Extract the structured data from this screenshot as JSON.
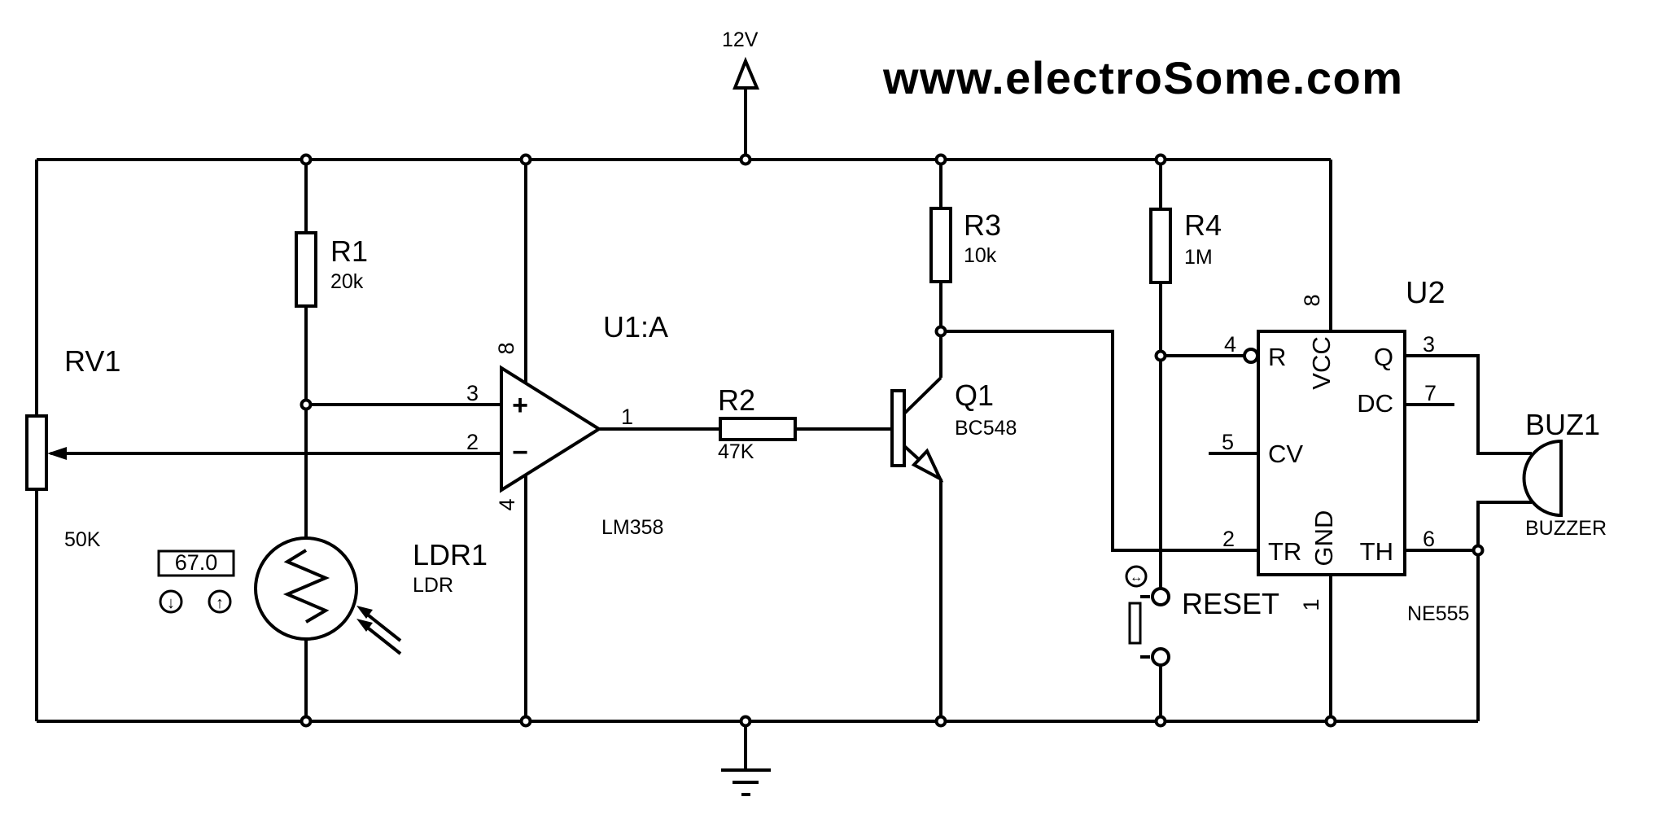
{
  "title": "www.electroSome.com",
  "colors": {
    "ink": "#000000",
    "paper": "#ffffff"
  },
  "power": {
    "supply": "12V"
  },
  "components": {
    "rv1": {
      "ref": "RV1",
      "value": "50K"
    },
    "r1": {
      "ref": "R1",
      "value": "20k"
    },
    "r2": {
      "ref": "R2",
      "value": "47K"
    },
    "r3": {
      "ref": "R3",
      "value": "10k"
    },
    "r4": {
      "ref": "R4",
      "value": "1M"
    },
    "ldr1": {
      "ref": "LDR1",
      "value": "LDR",
      "meter_reading": "67.0",
      "decrease": "↓",
      "increase": "↑"
    },
    "u1a": {
      "ref": "U1:A",
      "value": "LM358",
      "plus": "+",
      "minus": "−",
      "pin_noninv": "3",
      "pin_inv": "2",
      "pin_out": "1",
      "pin_vplus": "8",
      "pin_vminus": "4"
    },
    "q1": {
      "ref": "Q1",
      "value": "BC548"
    },
    "reset": {
      "label": "RESET",
      "motion": "↔"
    },
    "u2": {
      "ref": "U2",
      "value": "NE555",
      "pins": {
        "r": {
          "num": "4",
          "name": "R"
        },
        "cv": {
          "num": "5",
          "name": "CV"
        },
        "tr": {
          "num": "2",
          "name": "TR"
        },
        "vcc": {
          "num": "8",
          "name": "VCC"
        },
        "gnd": {
          "num": "1",
          "name": "GND"
        },
        "q": {
          "num": "3",
          "name": "Q"
        },
        "dc": {
          "num": "7",
          "name": "DC"
        },
        "th": {
          "num": "6",
          "name": "TH"
        }
      }
    },
    "buz1": {
      "ref": "BUZ1",
      "value": "BUZZER"
    }
  }
}
